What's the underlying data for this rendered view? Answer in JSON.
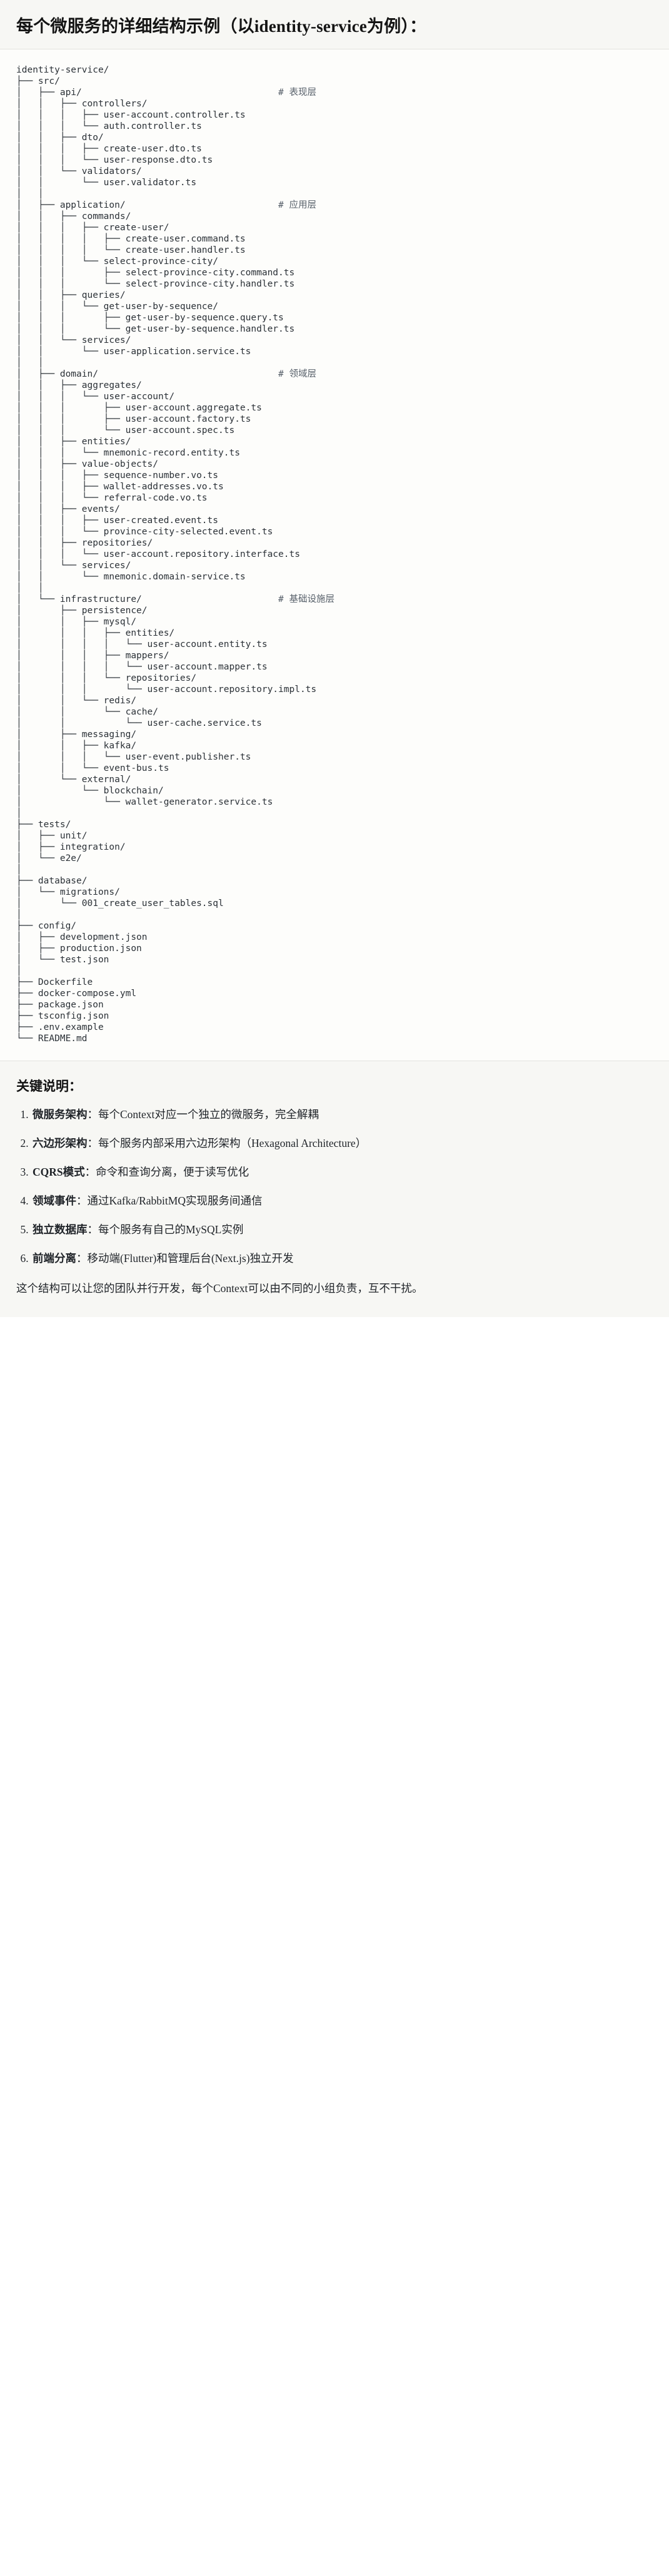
{
  "header": {
    "title": "每个微服务的详细结构示例（以identity-service为例）："
  },
  "tree": {
    "root_label": "identity-service/",
    "comments": {
      "api": "# 表现层",
      "application": "# 应用层",
      "domain": "# 领域层",
      "infrastructure": "# 基础设施层"
    },
    "text": "identity-service/\n├── src/\n│   ├── api/                                    # 表现层\n│   │   ├── controllers/\n│   │   │   ├── user-account.controller.ts\n│   │   │   └── auth.controller.ts\n│   │   ├── dto/\n│   │   │   ├── create-user.dto.ts\n│   │   │   └── user-response.dto.ts\n│   │   └── validators/\n│   │       └── user.validator.ts\n│   │\n│   ├── application/                            # 应用层\n│   │   ├── commands/\n│   │   │   ├── create-user/\n│   │   │   │   ├── create-user.command.ts\n│   │   │   │   └── create-user.handler.ts\n│   │   │   └── select-province-city/\n│   │   │       ├── select-province-city.command.ts\n│   │   │       └── select-province-city.handler.ts\n│   │   ├── queries/\n│   │   │   └── get-user-by-sequence/\n│   │   │       ├── get-user-by-sequence.query.ts\n│   │   │       └── get-user-by-sequence.handler.ts\n│   │   └── services/\n│   │       └── user-application.service.ts\n│   │\n│   ├── domain/                                 # 领域层\n│   │   ├── aggregates/\n│   │   │   └── user-account/\n│   │   │       ├── user-account.aggregate.ts\n│   │   │       ├── user-account.factory.ts\n│   │   │       └── user-account.spec.ts\n│   │   ├── entities/\n│   │   │   └── mnemonic-record.entity.ts\n│   │   ├── value-objects/\n│   │   │   ├── sequence-number.vo.ts\n│   │   │   ├── wallet-addresses.vo.ts\n│   │   │   └── referral-code.vo.ts\n│   │   ├── events/\n│   │   │   ├── user-created.event.ts\n│   │   │   └── province-city-selected.event.ts\n│   │   ├── repositories/\n│   │   │   └── user-account.repository.interface.ts\n│   │   └── services/\n│   │       └── mnemonic.domain-service.ts\n│   │\n│   └── infrastructure/                         # 基础设施层\n│       ├── persistence/\n│       │   ├── mysql/\n│       │   │   ├── entities/\n│       │   │   │   └── user-account.entity.ts\n│       │   │   ├── mappers/\n│       │   │   │   └── user-account.mapper.ts\n│       │   │   └── repositories/\n│       │   │       └── user-account.repository.impl.ts\n│       │   └── redis/\n│       │       └── cache/\n│       │           └── user-cache.service.ts\n│       ├── messaging/\n│       │   ├── kafka/\n│       │   │   └── user-event.publisher.ts\n│       │   └── event-bus.ts\n│       └── external/\n│           └── blockchain/\n│               └── wallet-generator.service.ts\n│\n├── tests/\n│   ├── unit/\n│   ├── integration/\n│   └── e2e/\n│\n├── database/\n│   └── migrations/\n│       └── 001_create_user_tables.sql\n│\n├── config/\n│   ├── development.json\n│   ├── production.json\n│   └── test.json\n│\n├── Dockerfile\n├── docker-compose.yml\n├── package.json\n├── tsconfig.json\n├── .env.example\n└── README.md"
  },
  "keypoints": {
    "title": "关键说明：",
    "items": [
      {
        "term": "微服务架构",
        "desc": "：每个Context对应一个独立的微服务，完全解耦"
      },
      {
        "term": "六边形架构",
        "desc": "：每个服务内部采用六边形架构（Hexagonal Architecture）"
      },
      {
        "term": "CQRS模式",
        "desc": "：命令和查询分离，便于读写优化"
      },
      {
        "term": "领域事件",
        "desc": "：通过Kafka/RabbitMQ实现服务间通信"
      },
      {
        "term": "独立数据库",
        "desc": "：每个服务有自己的MySQL实例"
      },
      {
        "term": "前端分离",
        "desc": "：移动端(Flutter)和管理后台(Next.js)独立开发"
      }
    ],
    "closing": "这个结构可以让您的团队并行开发，每个Context可以由不同的小组负责，互不干扰。"
  },
  "colors": {
    "header_bg": "#f7f7f4",
    "code_bg": "#fdfdfb",
    "text": "#1f2328",
    "comment": "#57606a",
    "rule": "#e3e3df"
  }
}
